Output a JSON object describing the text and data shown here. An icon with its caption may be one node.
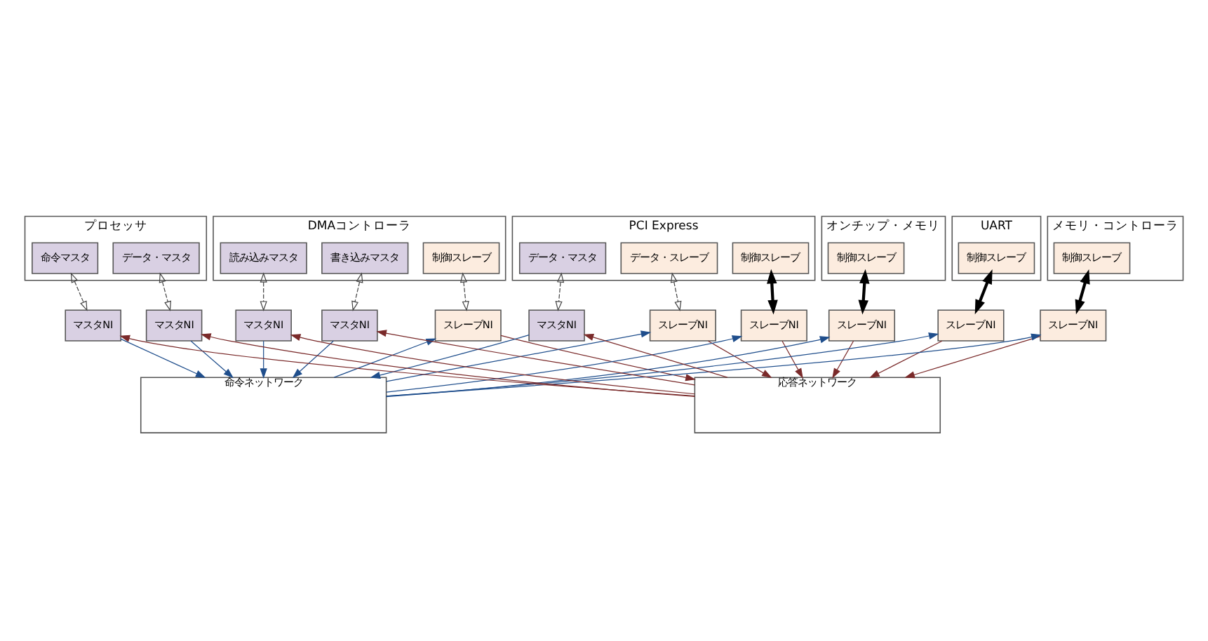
{
  "diagram": {
    "nodes": [
      {
        "text": [
          "プロセッサ"
        ]
      },
      {
        "text": [
          "命令マスタ"
        ],
        "in": 0
      },
      {
        "text": [
          "データ・マスタ"
        ],
        "in": 0
      },
      {
        "text": [
          "DMAコントローラ"
        ]
      },
      {
        "text": [
          "読み込みマスタ"
        ],
        "in": 3
      },
      {
        "text": [
          "書き込みマスタ"
        ],
        "in": 3
      },
      {
        "text": [
          "制御スレーブ"
        ],
        "in": 3
      },
      {
        "text": [
          "PCI Express"
        ]
      },
      {
        "text": [
          "データ・マスタ"
        ],
        "in": 7
      },
      {
        "text": [
          "データ・スレーブ"
        ],
        "in": 7
      },
      {
        "text": [
          "制御スレーブ"
        ],
        "in": 7
      },
      {
        "text": [
          "オンチップ・メモリ"
        ]
      },
      {
        "text": [
          "制御スレーブ"
        ],
        "in": 11
      },
      {
        "text": [
          "UART"
        ]
      },
      {
        "text": [
          "制御スレーブ"
        ],
        "in": 13
      },
      {
        "text": [
          "メモリ・コントローラ"
        ]
      },
      {
        "text": [
          "制御スレーブ"
        ],
        "in": 15
      },
      {
        "text": [
          "マスタNI"
        ]
      },
      {
        "text": [
          "マスタNI"
        ]
      },
      {
        "text": [
          "マスタNI"
        ]
      },
      {
        "text": [
          "マスタNI"
        ]
      },
      {
        "text": [
          "スレーブNI"
        ]
      },
      {
        "text": [
          "マスタNI"
        ]
      },
      {
        "text": [
          "スレーブNI"
        ]
      },
      {
        "text": [
          "スレーブNI"
        ]
      },
      {
        "text": [
          "スレーブNI"
        ]
      },
      {
        "text": [
          "スレーブNI"
        ]
      },
      {
        "text": [
          "スレーブNI"
        ]
      },
      {
        "text": [
          "命令ネットワーク"
        ]
      },
      {
        "text": [
          "応答ネットワーク"
        ]
      }
    ],
    "edges": [
      {
        "from": 1,
        "to": 17,
        "arrow": "both",
        "style": "dashed"
      },
      {
        "from": 2,
        "to": 18,
        "arrow": "both",
        "style": "dashed"
      },
      {
        "from": 4,
        "to": 19,
        "arrow": "both",
        "style": "dashed"
      },
      {
        "from": 5,
        "to": 20,
        "arrow": "both",
        "style": "dashed"
      },
      {
        "from": 6,
        "to": 21,
        "arrow": "both",
        "style": "dashed"
      },
      {
        "from": 8,
        "to": 22,
        "arrow": "both",
        "style": "dashed"
      },
      {
        "from": 9,
        "to": 23,
        "arrow": "both",
        "style": "dashed"
      },
      {
        "from": 10,
        "to": 24,
        "arrow": "both",
        "style": "thick",
        "color": "#000000"
      },
      {
        "from": 12,
        "to": 25,
        "arrow": "both",
        "style": "thick",
        "color": "#000000"
      },
      {
        "from": 14,
        "to": 26,
        "arrow": "both",
        "style": "thick",
        "color": "#000000"
      },
      {
        "from": 16,
        "to": 27,
        "arrow": "both",
        "style": "thick",
        "color": "#000000"
      },
      {
        "from": 17,
        "to": 28,
        "arrow": "to",
        "color": "#1f4e8c"
      },
      {
        "from": 18,
        "to": 28,
        "arrow": "to",
        "color": "#1f4e8c"
      },
      {
        "from": 19,
        "to": 28,
        "arrow": "to",
        "color": "#1f4e8c"
      },
      {
        "from": 20,
        "to": 28,
        "arrow": "to",
        "color": "#1f4e8c"
      },
      {
        "from": 22,
        "to": 28,
        "arrow": "to",
        "color": "#1f4e8c"
      },
      {
        "from": 28,
        "to": 21,
        "arrow": "to",
        "color": "#1f4e8c"
      },
      {
        "from": 28,
        "to": 23,
        "arrow": "to",
        "color": "#1f4e8c"
      },
      {
        "from": 28,
        "to": 24,
        "arrow": "to",
        "color": "#1f4e8c"
      },
      {
        "from": 28,
        "to": 25,
        "arrow": "to",
        "color": "#1f4e8c"
      },
      {
        "from": 28,
        "to": 26,
        "arrow": "to",
        "color": "#1f4e8c"
      },
      {
        "from": 28,
        "to": 27,
        "arrow": "to",
        "color": "#1f4e8c"
      },
      {
        "from": 21,
        "to": 29,
        "arrow": "to",
        "color": "#7a2a2a"
      },
      {
        "from": 23,
        "to": 29,
        "arrow": "to",
        "color": "#7a2a2a"
      },
      {
        "from": 24,
        "to": 29,
        "arrow": "to",
        "color": "#7a2a2a"
      },
      {
        "from": 25,
        "to": 29,
        "arrow": "to",
        "color": "#7a2a2a"
      },
      {
        "from": 26,
        "to": 29,
        "arrow": "to",
        "color": "#7a2a2a"
      },
      {
        "from": 27,
        "to": 29,
        "arrow": "to",
        "color": "#7a2a2a"
      },
      {
        "from": 29,
        "to": 17,
        "arrow": "to",
        "color": "#7a2a2a"
      },
      {
        "from": 29,
        "to": 18,
        "arrow": "to",
        "color": "#7a2a2a"
      },
      {
        "from": 29,
        "to": 19,
        "arrow": "to",
        "color": "#7a2a2a"
      },
      {
        "from": 29,
        "to": 20,
        "arrow": "to",
        "color": "#7a2a2a"
      },
      {
        "from": 29,
        "to": 22,
        "arrow": "to",
        "color": "#7a2a2a"
      }
    ]
  }
}
